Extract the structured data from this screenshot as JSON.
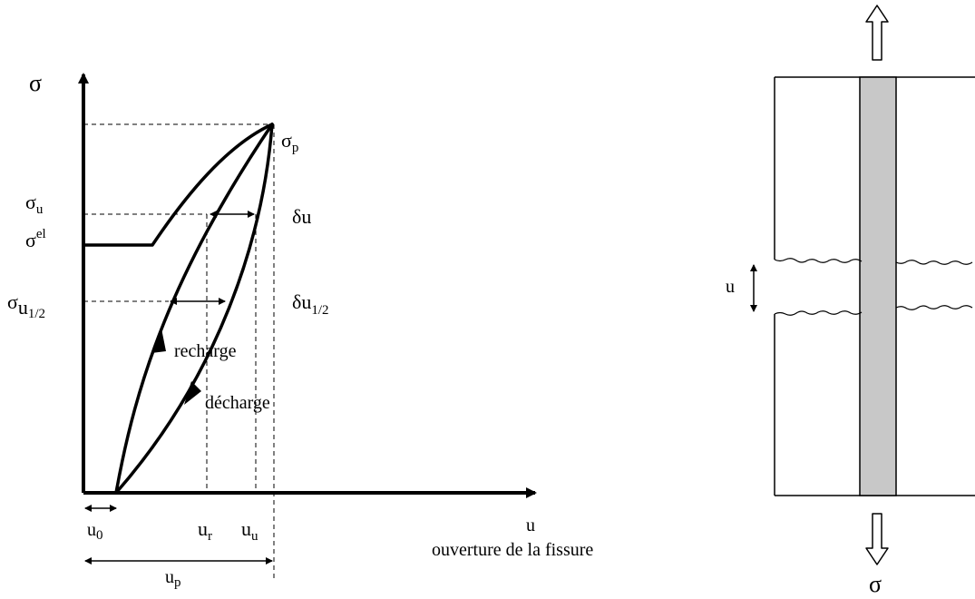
{
  "diagram": {
    "left": {
      "axis_y_label": "σ",
      "axis_x_label": "u",
      "axis_x_caption": "ouverture de la fissure",
      "sigma_p": {
        "base": "σ",
        "sub": "p"
      },
      "sigma_u": {
        "base": "σ",
        "sub": "u"
      },
      "sigma_el": {
        "base": "σ",
        "sup": "el"
      },
      "sigma_u_half": {
        "base": "σ",
        "sub": "u",
        "subsub": "1/2"
      },
      "delta_u": "δu",
      "delta_u_half": {
        "base": "δu",
        "sub": "1/2"
      },
      "recharge": "recharge",
      "decharge": "décharge",
      "u0": {
        "base": "u",
        "sub": "0"
      },
      "ur": {
        "base": "u",
        "sub": "r"
      },
      "uu": {
        "base": "u",
        "sub": "u"
      },
      "up": {
        "base": "u",
        "sub": "p"
      }
    },
    "right": {
      "opening_label": "u",
      "stress_label": "σ",
      "fiber_color": "#c8c8c8"
    }
  }
}
